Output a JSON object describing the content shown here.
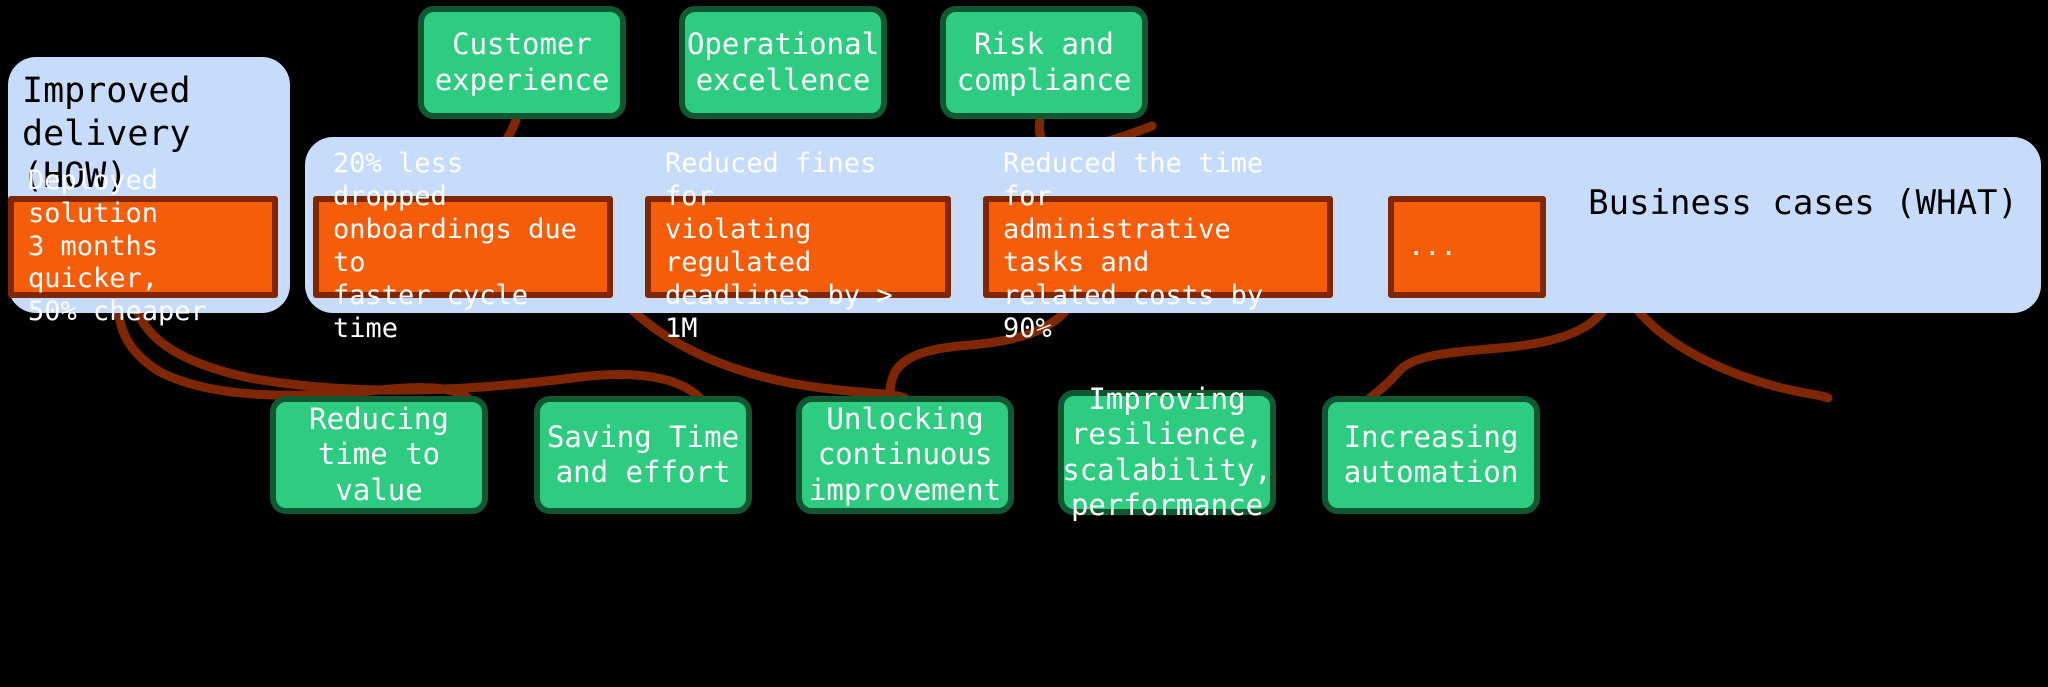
{
  "diagram": {
    "type": "flow-diagram",
    "background_color": "#000000",
    "colors": {
      "panel": "#c6dcfa",
      "green_fill": "#2ecc80",
      "green_border": "#11572f",
      "orange_fill": "#f65d0b",
      "orange_border": "#7f2704",
      "edge": "#7f2704",
      "node_text": "#ffffff",
      "panel_text": "#000000"
    }
  },
  "panels": {
    "how": {
      "title": "Improved\ndelivery\n(HOW)"
    },
    "what": {
      "title": "Business cases (WHAT)"
    }
  },
  "value_drivers": [
    {
      "id": "customer-experience",
      "label": "Customer\nexperience"
    },
    {
      "id": "operational-excellence",
      "label": "Operational\nexcellence"
    },
    {
      "id": "risk-and-compliance",
      "label": "Risk and\ncompliance"
    }
  ],
  "business_cases": [
    {
      "id": "deployed-solution",
      "label": "Deployed solution\n3 months quicker,\n50% cheaper"
    },
    {
      "id": "dropped-onboardings",
      "label": "20% less dropped\nonboardings due to\nfaster cycle time"
    },
    {
      "id": "reduced-fines",
      "label": "Reduced fines for\nviolating regulated\ndeadlines by > 1M"
    },
    {
      "id": "reduced-admin-time",
      "label": "Reduced the time for\nadministrative tasks and\nrelated costs by 90%"
    },
    {
      "id": "more-cases",
      "label": "..."
    }
  ],
  "benefits": [
    {
      "id": "reducing-time-to-value",
      "label": "Reducing\ntime to\nvalue"
    },
    {
      "id": "saving-time-and-effort",
      "label": "Saving Time\nand effort"
    },
    {
      "id": "unlocking-continuous-improvement",
      "label": "Unlocking\ncontinuous\nimprovement"
    },
    {
      "id": "improving-resilience",
      "label": "Improving\nresilience,\nscalability,\nperformance"
    },
    {
      "id": "increasing-automation",
      "label": "Increasing\nautomation"
    }
  ]
}
